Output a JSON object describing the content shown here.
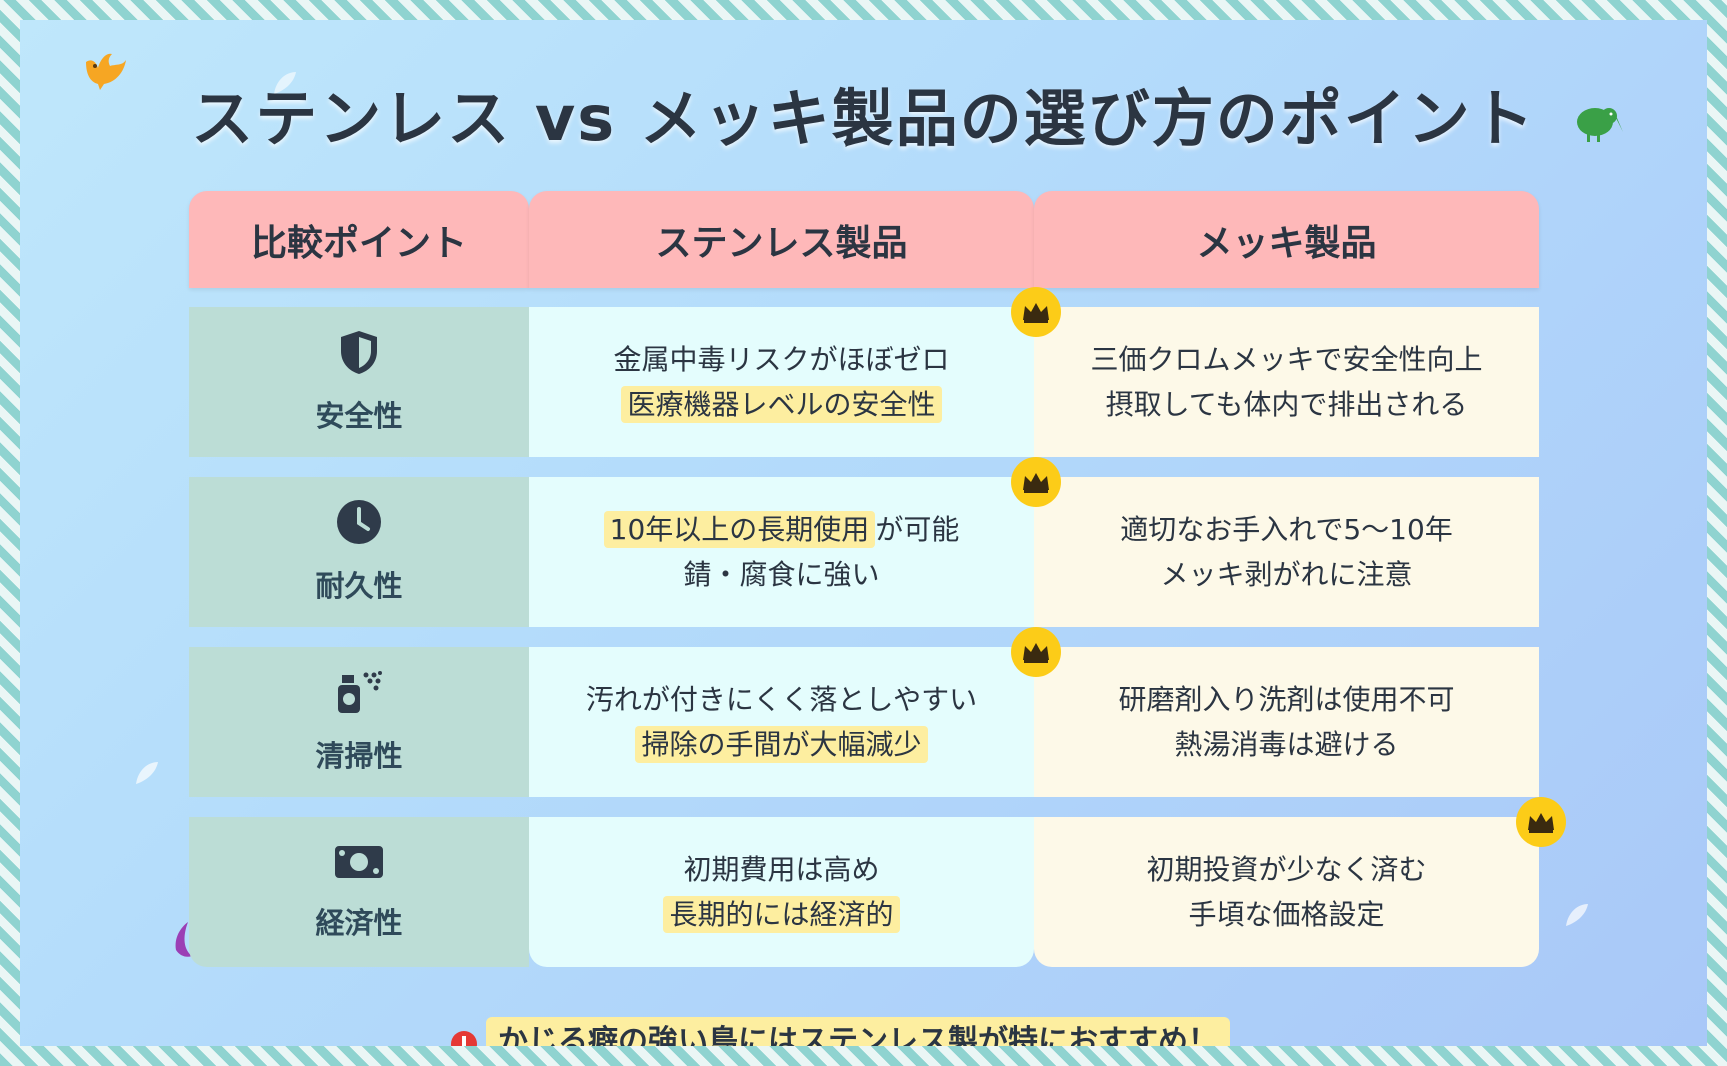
{
  "title": "ステンレス vs メッキ製品の選び方のポイント",
  "headers": [
    "比較ポイント",
    "ステンレス製品",
    "メッキ製品"
  ],
  "rows": [
    {
      "label": "安全性",
      "icon": "shield-icon",
      "stainless": {
        "line1": "金属中毒リスクがほぼゼロ",
        "line2": "医療機器レベルの安全性"
      },
      "plated": {
        "line1": "三価クロムメッキで安全性向上",
        "line2": "摂取しても体内で排出される"
      },
      "winner": "stainless"
    },
    {
      "label": "耐久性",
      "icon": "clock-icon",
      "stainless": {
        "line1_highlight": "10年以上の長期使用",
        "line1_rest": "が可能",
        "line2": "錆・腐食に強い"
      },
      "plated": {
        "line1": "適切なお手入れで5〜10年",
        "line2": "メッキ剥がれに注意"
      },
      "winner": "stainless"
    },
    {
      "label": "清掃性",
      "icon": "spray-bottle-icon",
      "stainless": {
        "line1": "汚れが付きにくく落としやすい",
        "line2": "掃除の手間が大幅減少"
      },
      "plated": {
        "line1": "研磨剤入り洗剤は使用不可",
        "line2": "熱湯消毒は避ける"
      },
      "winner": "stainless"
    },
    {
      "label": "経済性",
      "icon": "money-bill-icon",
      "stainless": {
        "line1": "初期費用は高め",
        "line2": "長期的には経済的"
      },
      "plated": {
        "line1": "初期投資が少なく済む",
        "line2": "手頃な価格設定"
      },
      "winner": "plated"
    }
  ],
  "bottom_note": "かじる癖の強い鳥にはステンレス製が特におすすめ！",
  "colors": {
    "header": "#feb8b9",
    "label_cell": "#bcddd6",
    "stainless_cell": "#e4fdfd",
    "plated_cell": "#fdf9e8",
    "highlight": "#fdeea0",
    "crown_badge": "#fccc18",
    "text": "#2b3542"
  }
}
